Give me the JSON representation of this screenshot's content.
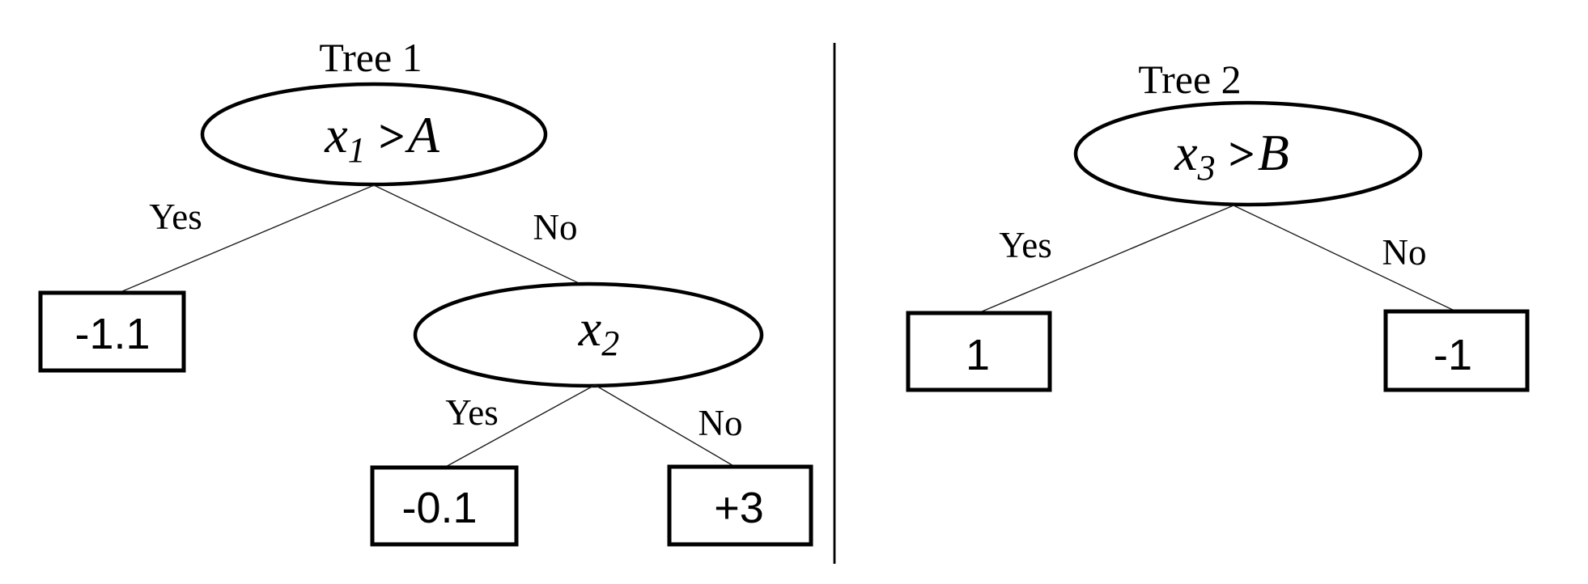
{
  "figure": {
    "background_color": "#ffffff",
    "ink_color": "#000000",
    "edge_color": "#1c1c1c"
  },
  "tree1": {
    "title": "Tree 1",
    "root": {
      "var": "x",
      "sub": "1",
      "op": ">",
      "rhs": "A"
    },
    "root_yes_label": "Yes",
    "root_no_label": "No",
    "leaf_yes_value": "-1.1",
    "child": {
      "var": "x",
      "sub": "2"
    },
    "child_yes_label": "Yes",
    "child_no_label": "No",
    "child_leaf_yes_value": "-0.1",
    "child_leaf_no_value": "+3"
  },
  "tree2": {
    "title": "Tree 2",
    "root": {
      "var": "x",
      "sub": "3",
      "op": ">",
      "rhs": "B"
    },
    "yes_label": "Yes",
    "no_label": "No",
    "leaf_yes_value": "1",
    "leaf_no_value": "-1"
  }
}
